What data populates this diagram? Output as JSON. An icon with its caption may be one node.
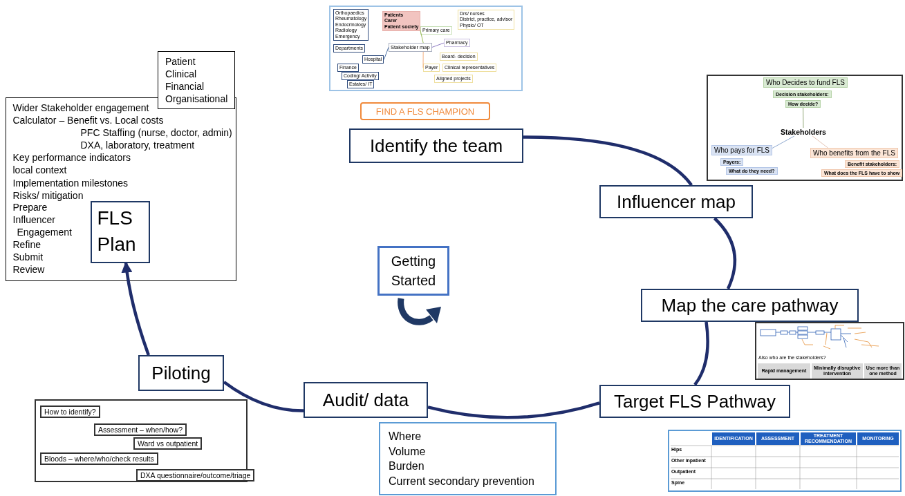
{
  "diagram": {
    "nodes": [
      {
        "text": [],
        "shape": "box"
      },
      {
        "text": [
          "Orthopaedics",
          "Rheumatology",
          "Endocrinology",
          "Radiology",
          "Emergency"
        ],
        "in": 0
      },
      {
        "text": [
          "Patients",
          "Carer",
          "Patient society"
        ],
        "in": 0
      },
      {
        "text": [
          "Drs/ nurses",
          "District, practice, advisor",
          "Physio/ OT"
        ],
        "in": 0
      },
      {
        "text": [
          "Departments"
        ],
        "in": 0
      },
      {
        "text": [
          "Primary care"
        ],
        "in": 0
      },
      {
        "text": [
          "Stakeholder map"
        ],
        "in": 0
      },
      {
        "text": [
          "Pharmacy"
        ],
        "in": 0
      },
      {
        "text": [
          "Hospital"
        ],
        "in": 0
      },
      {
        "text": [
          "Board- decision"
        ],
        "in": 0
      },
      {
        "text": [
          "Payer"
        ],
        "in": 0
      },
      {
        "text": [
          "Clinical representatives"
        ],
        "in": 0
      },
      {
        "text": [
          "Finance"
        ],
        "in": 0
      },
      {
        "text": [
          "Coding/ Activity"
        ],
        "in": 0
      },
      {
        "text": [
          "Estates/ IT"
        ],
        "in": 0
      },
      {
        "text": [
          "Aligned projects"
        ],
        "in": 0
      },
      {
        "text": [
          "FIND A FLS CHAMPION"
        ]
      },
      {
        "text": [
          "Identify the team"
        ]
      },
      {
        "text": [],
        "shape": "box"
      },
      {
        "text": [
          "Who Decides to fund FLS"
        ],
        "in": 18
      },
      {
        "text": [
          "Decision stakeholders:"
        ],
        "in": 18
      },
      {
        "text": [
          "How decide?"
        ],
        "in": 18
      },
      {
        "text": [
          "Stakeholders"
        ],
        "in": 18
      },
      {
        "text": [
          "Who pays for FLS"
        ],
        "in": 18
      },
      {
        "text": [
          "Payers:"
        ],
        "in": 18
      },
      {
        "text": [
          "What do they need?"
        ],
        "in": 18
      },
      {
        "text": [
          "Who benefits from the FLS"
        ],
        "in": 18
      },
      {
        "text": [
          "Benefit stakeholders:"
        ],
        "in": 18
      },
      {
        "text": [
          "What does the FLS have to show"
        ],
        "in": 18
      },
      {
        "text": [
          "Influencer map"
        ]
      },
      {
        "text": [
          "Map the care pathway"
        ]
      },
      {
        "text": [
          "Also who are the stakeholders?",
          "Rapid management",
          "Minimally disruptive intervention",
          "Use more than one method"
        ]
      },
      {
        "text": [
          "Target FLS Pathway"
        ]
      },
      {
        "text": [
          "IDENTIFICATION",
          "ASSESSMENT",
          "TREATMENT RECOMMENDATION",
          "MONITORING",
          "Hips",
          "Other inpatient",
          "Outpatient",
          "Spine"
        ]
      },
      {
        "text": [
          "Where",
          "Volume",
          "Burden",
          "Current secondary prevention"
        ]
      },
      {
        "text": [
          "Audit/ data"
        ]
      },
      {
        "text": [
          "Piloting"
        ]
      },
      {
        "text": [],
        "shape": "box"
      },
      {
        "text": [
          "How to identify?"
        ],
        "in": 37
      },
      {
        "text": [
          "Assessment – when/how?"
        ],
        "in": 37
      },
      {
        "text": [
          "Ward vs outpatient"
        ],
        "in": 37
      },
      {
        "text": [
          "Bloods – where/who/check results"
        ],
        "in": 37
      },
      {
        "text": [
          "DXA questionnaire/outcome/triage"
        ],
        "in": 37
      },
      {
        "text": [
          "Patient",
          "Clinical",
          "Financial",
          "Organisational"
        ]
      },
      {
        "text": [
          "Wider Stakeholder engagement",
          "Calculator – Benefit vs. Local costs",
          "PFC Staffing (nurse, doctor, admin)",
          "DXA, laboratory, treatment",
          "Key performance indicators",
          "local context",
          "Implementation milestones",
          "Risks/ mitigation",
          "Prepare",
          "Influencer",
          "Engagement",
          "Refine",
          "Submit",
          "Review"
        ]
      },
      {
        "text": [
          "FLS Plan"
        ],
        "in": 44
      },
      {
        "text": [
          "Getting Started"
        ]
      }
    ],
    "edges": [
      {
        "from": 6,
        "to": 8,
        "arrow": "none",
        "color": "#4a6fa5"
      },
      {
        "from": 6,
        "to": 5,
        "arrow": "none",
        "color": "#9bbb59"
      },
      {
        "from": 6,
        "to": 7,
        "arrow": "none",
        "color": "#8e7cc3"
      },
      {
        "from": 6,
        "to": 10,
        "arrow": "none",
        "color": "#f4b183"
      },
      {
        "from": 21,
        "to": 22,
        "arrow": "none",
        "color": "#93a97a"
      },
      {
        "from": 22,
        "to": 23,
        "arrow": "none",
        "color": "#8fa9d0"
      },
      {
        "from": 22,
        "to": 26,
        "arrow": "none",
        "color": "#e6c4b5"
      },
      {
        "from": 17,
        "to": 29,
        "arrow": "none",
        "style": "thick"
      },
      {
        "from": 29,
        "to": 30,
        "arrow": "none",
        "style": "thick"
      },
      {
        "from": 30,
        "to": 32,
        "arrow": "none",
        "style": "thick"
      },
      {
        "from": 32,
        "to": 35,
        "arrow": "none",
        "style": "thick"
      },
      {
        "from": 35,
        "to": 36,
        "arrow": "none",
        "style": "thick"
      },
      {
        "from": 36,
        "to": 45,
        "arrow": "to",
        "style": "thick"
      }
    ]
  }
}
